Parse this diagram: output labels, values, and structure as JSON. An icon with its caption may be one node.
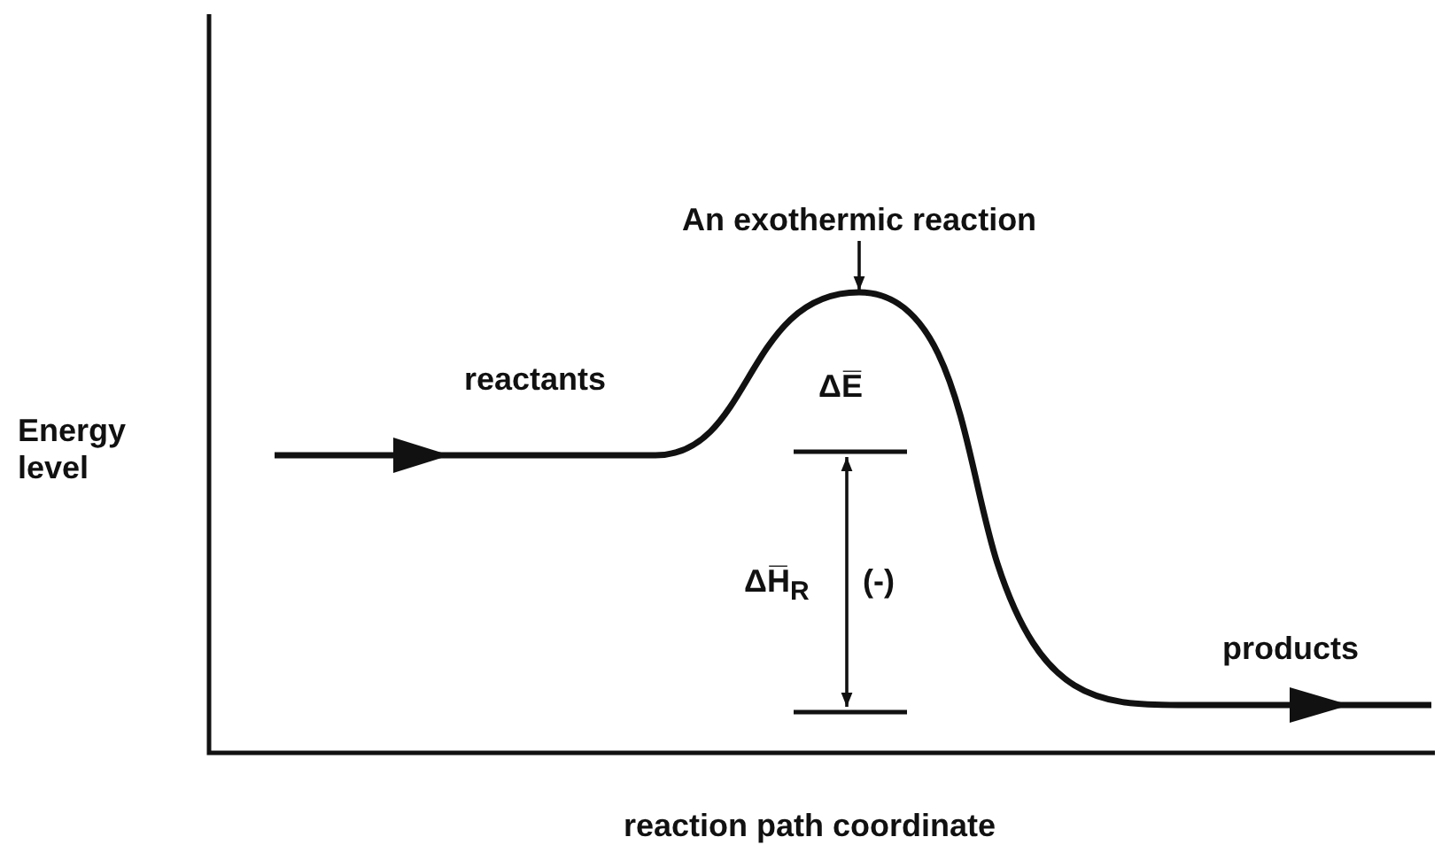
{
  "diagram": {
    "nodes": [
      {
        "text": [
          "An exothermic reaction"
        ]
      },
      {
        "text": [],
        "shape": "curve"
      }
    ],
    "edges": [
      {
        "from": 0,
        "to": 1,
        "arrow": "to"
      }
    ],
    "labels": [
      "reactants",
      "ΔE̅",
      "Energy level",
      "ΔH̅$_{R}$",
      "(-)",
      "products",
      "reaction path coordinate"
    ]
  }
}
